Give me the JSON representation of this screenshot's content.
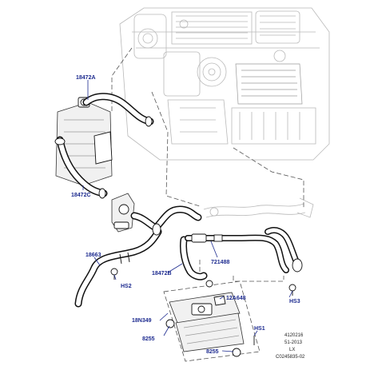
{
  "callouts": {
    "c18472A": "18472A",
    "c18472C": "18472C",
    "c18663": "18663",
    "cHS2": "HS2",
    "c18472B": "18472B",
    "c721488": "721488",
    "c12A648": "12A648",
    "cHS3": "HS3",
    "c18N349": "18N349",
    "c8255a": "8255",
    "cHS1": "HS1",
    "c8255b": "8255"
  },
  "reference": {
    "line1": "4120216",
    "line2": "51-2013",
    "line3": "LX",
    "line4": "C0245835-02"
  }
}
